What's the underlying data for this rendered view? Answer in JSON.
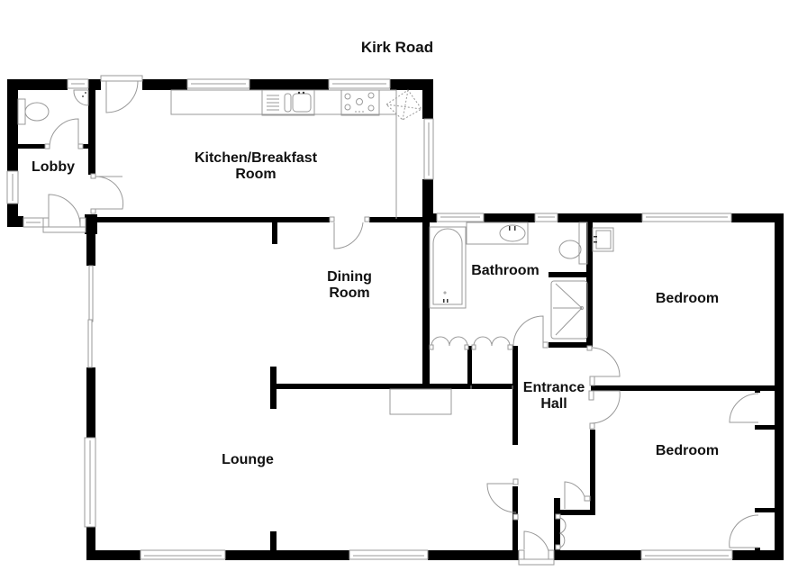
{
  "plan": {
    "street_label": "Kirk Road",
    "rooms": {
      "lobby": "Lobby",
      "kitchen_line1": "Kitchen/Breakfast",
      "kitchen_line2": "Room",
      "dining_line1": "Dining",
      "dining_line2": "Room",
      "bathroom": "Bathroom",
      "bedroom_1": "Bedroom",
      "bedroom_2": "Bedroom",
      "entrance_line1": "Entrance",
      "entrance_line2": "Hall",
      "lounge": "Lounge"
    },
    "colors": {
      "wall": "#000000",
      "fixture": "#9a9a9a",
      "background": "#ffffff"
    }
  }
}
